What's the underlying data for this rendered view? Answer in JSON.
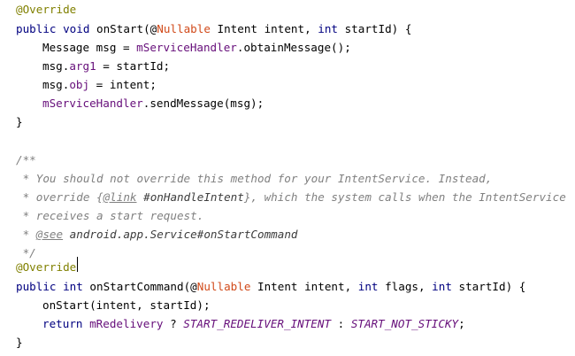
{
  "code": {
    "lines": [
      {
        "id": "l1",
        "tokens": [
          {
            "t": "@Override",
            "c": "annotation"
          }
        ]
      },
      {
        "id": "l2",
        "tokens": [
          {
            "t": "public",
            "c": "keyword"
          },
          {
            "t": " ",
            "c": "plain"
          },
          {
            "t": "void",
            "c": "keyword"
          },
          {
            "t": " onStart(@",
            "c": "plain"
          },
          {
            "t": "Nullable",
            "c": "nullable"
          },
          {
            "t": " Intent intent, ",
            "c": "plain"
          },
          {
            "t": "int",
            "c": "keyword"
          },
          {
            "t": " startId) {",
            "c": "plain"
          }
        ]
      },
      {
        "id": "l3",
        "indent": true,
        "tokens": [
          {
            "t": "Message msg = ",
            "c": "plain"
          },
          {
            "t": "mServiceHandler",
            "c": "field"
          },
          {
            "t": ".obtainMessage();",
            "c": "plain"
          }
        ]
      },
      {
        "id": "l4",
        "indent": true,
        "tokens": [
          {
            "t": "msg.",
            "c": "plain"
          },
          {
            "t": "arg1",
            "c": "field"
          },
          {
            "t": " = startId;",
            "c": "plain"
          }
        ]
      },
      {
        "id": "l5",
        "indent": true,
        "tokens": [
          {
            "t": "msg.",
            "c": "plain"
          },
          {
            "t": "obj",
            "c": "field"
          },
          {
            "t": " = intent;",
            "c": "plain"
          }
        ]
      },
      {
        "id": "l6",
        "indent": true,
        "tokens": [
          {
            "t": "mServiceHandler",
            "c": "field"
          },
          {
            "t": ".sendMessage(msg);",
            "c": "plain"
          }
        ]
      },
      {
        "id": "l7",
        "tokens": [
          {
            "t": "}",
            "c": "plain"
          }
        ]
      },
      {
        "id": "l8",
        "tokens": []
      },
      {
        "id": "l9",
        "tokens": [
          {
            "t": "/**",
            "c": "comment"
          }
        ]
      },
      {
        "id": "l10",
        "tokens": [
          {
            "t": " * You should not override this method for your IntentService. Instead,",
            "c": "comment"
          }
        ]
      },
      {
        "id": "l11",
        "tokens": [
          {
            "t": " * override ",
            "c": "comment"
          },
          {
            "t": "{",
            "c": "comment"
          },
          {
            "t": "@link",
            "c": "doc-tag"
          },
          {
            "t": " ",
            "c": "comment"
          },
          {
            "t": "#onHandleIntent",
            "c": "doc-ref"
          },
          {
            "t": "}",
            "c": "comment"
          },
          {
            "t": ", which the system calls when the IntentService",
            "c": "comment"
          }
        ]
      },
      {
        "id": "l12",
        "tokens": [
          {
            "t": " * receives a start request.",
            "c": "comment"
          }
        ]
      },
      {
        "id": "l13",
        "tokens": [
          {
            "t": " * ",
            "c": "comment"
          },
          {
            "t": "@see",
            "c": "doc-tag"
          },
          {
            "t": " android.app.Service",
            "c": "doc-ref"
          },
          {
            "t": "#onStartCommand",
            "c": "doc-ref"
          }
        ]
      },
      {
        "id": "l14",
        "tokens": [
          {
            "t": " */",
            "c": "comment"
          }
        ]
      },
      {
        "id": "l15",
        "tokens": [
          {
            "t": "@Override",
            "c": "annotation"
          }
        ]
      },
      {
        "id": "l16",
        "tokens": [
          {
            "t": "public",
            "c": "keyword"
          },
          {
            "t": " ",
            "c": "plain"
          },
          {
            "t": "int",
            "c": "keyword"
          },
          {
            "t": " onStartCommand(@",
            "c": "plain"
          },
          {
            "t": "Nullable",
            "c": "nullable"
          },
          {
            "t": " Intent intent, ",
            "c": "plain"
          },
          {
            "t": "int",
            "c": "keyword"
          },
          {
            "t": " flags, ",
            "c": "plain"
          },
          {
            "t": "int",
            "c": "keyword"
          },
          {
            "t": " startId) {",
            "c": "plain"
          }
        ]
      },
      {
        "id": "l17",
        "indent": true,
        "tokens": [
          {
            "t": "onStart(intent, startId);",
            "c": "plain"
          }
        ]
      },
      {
        "id": "l18",
        "indent": true,
        "tokens": [
          {
            "t": "return",
            "c": "keyword"
          },
          {
            "t": " ",
            "c": "plain"
          },
          {
            "t": "mRedelivery",
            "c": "field"
          },
          {
            "t": " ? ",
            "c": "plain"
          },
          {
            "t": "START_REDELIVER_INTENT",
            "c": "const"
          },
          {
            "t": " : ",
            "c": "plain"
          },
          {
            "t": "START_NOT_STICKY",
            "c": "const"
          },
          {
            "t": ";",
            "c": "plain"
          }
        ]
      },
      {
        "id": "l19",
        "tokens": [
          {
            "t": "}",
            "c": "plain"
          }
        ]
      }
    ]
  },
  "colors": {
    "background": "#ffffff",
    "keyword": "#000080",
    "annotation": "#808000",
    "nullable": "#d14a1a",
    "field": "#660e7a",
    "comment": "#808080"
  }
}
